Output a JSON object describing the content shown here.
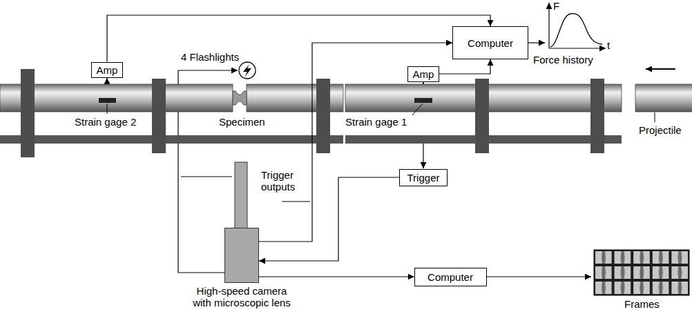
{
  "diagram": {
    "nodes": [
      {
        "text": [
          "Computer"
        ]
      },
      {
        "text": [
          "Amp"
        ]
      },
      {
        "text": [
          "Amp"
        ]
      },
      {
        "text": [
          "Trigger"
        ]
      },
      {
        "text": [
          "High-speed camera with microscopic lens"
        ]
      },
      {
        "text": [
          "Computer"
        ]
      }
    ],
    "edges": [
      {
        "from": 1,
        "to": 0,
        "arrow": "to"
      },
      {
        "from": 4,
        "to": 0,
        "arrow": "to"
      },
      {
        "from": 2,
        "to": 0,
        "arrow": "to"
      },
      {
        "from": 3,
        "to": 4,
        "arrow": "to"
      },
      {
        "from": 4,
        "to": 5,
        "arrow": "to"
      }
    ],
    "labels": [
      "F",
      "t",
      "Force history",
      "4 Flashlights",
      "Strain gage 2",
      "Specimen",
      "Strain gage 1",
      "Projectile",
      "Trigger outputs",
      "Frames"
    ]
  }
}
